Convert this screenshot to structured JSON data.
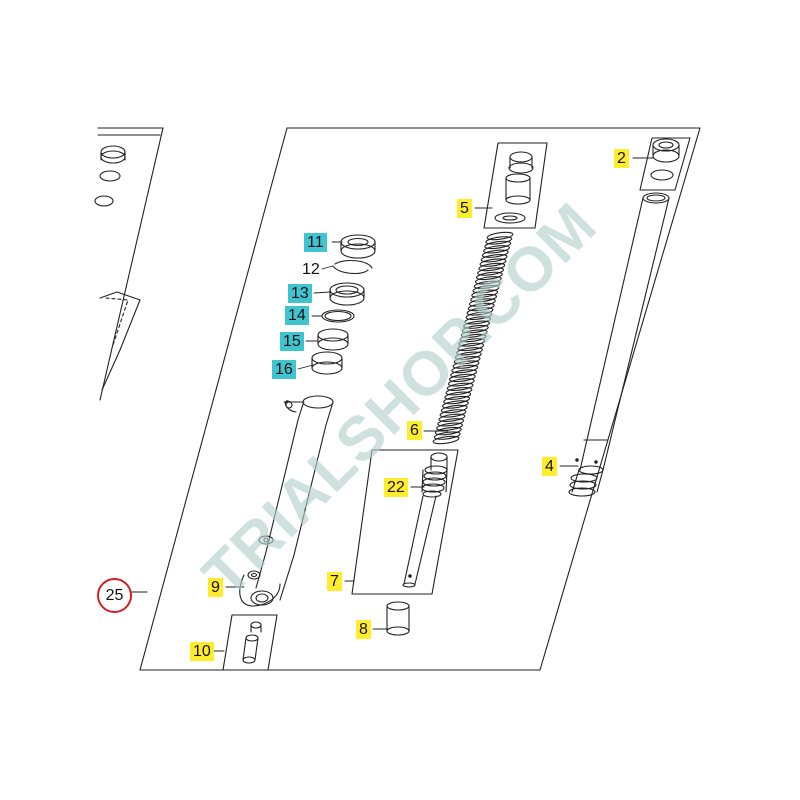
{
  "diagram": {
    "assembly_ref": "25",
    "watermark": "TRIALSHOP.COM",
    "colors": {
      "part_highlight": "#ffed2b",
      "seal_highlight": "#3fc4d0",
      "assembly_circle": "#d41f1f",
      "line": "#222222"
    },
    "parts": [
      {
        "n": "2",
        "highlight": "yellow"
      },
      {
        "n": "4",
        "highlight": "yellow"
      },
      {
        "n": "5",
        "highlight": "yellow"
      },
      {
        "n": "6",
        "highlight": "yellow"
      },
      {
        "n": "7",
        "highlight": "yellow"
      },
      {
        "n": "8",
        "highlight": "yellow"
      },
      {
        "n": "9",
        "highlight": "yellow"
      },
      {
        "n": "10",
        "highlight": "yellow"
      },
      {
        "n": "11",
        "highlight": "cyan"
      },
      {
        "n": "12",
        "highlight": "none"
      },
      {
        "n": "13",
        "highlight": "cyan"
      },
      {
        "n": "14",
        "highlight": "cyan"
      },
      {
        "n": "15",
        "highlight": "cyan"
      },
      {
        "n": "16",
        "highlight": "cyan"
      },
      {
        "n": "22",
        "highlight": "yellow"
      }
    ]
  }
}
